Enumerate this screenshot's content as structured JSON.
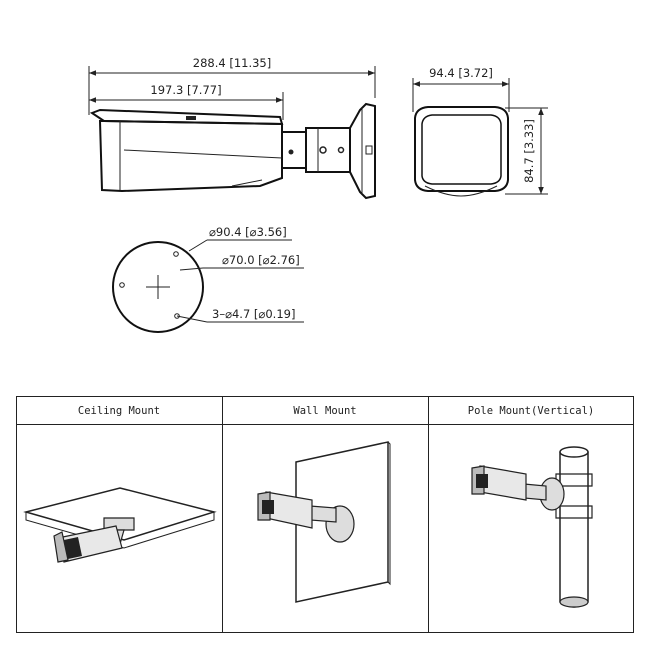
{
  "dimensions": {
    "overall_length": "288.4 [11.35]",
    "body_length": "197.3 [7.77]",
    "width": "94.4 [3.72]",
    "height": "84.7 [3.33]",
    "base_diameter": "⌀90.4 [⌀3.56]",
    "hole_pitch_diameter": "⌀70.0 [⌀2.76]",
    "hole_size": "3–⌀4.7 [⌀0.19]"
  },
  "mount_table": {
    "columns": [
      {
        "label": "Ceiling Mount"
      },
      {
        "label": "Wall Mount"
      },
      {
        "label": "Pole Mount(Vertical)"
      }
    ]
  }
}
